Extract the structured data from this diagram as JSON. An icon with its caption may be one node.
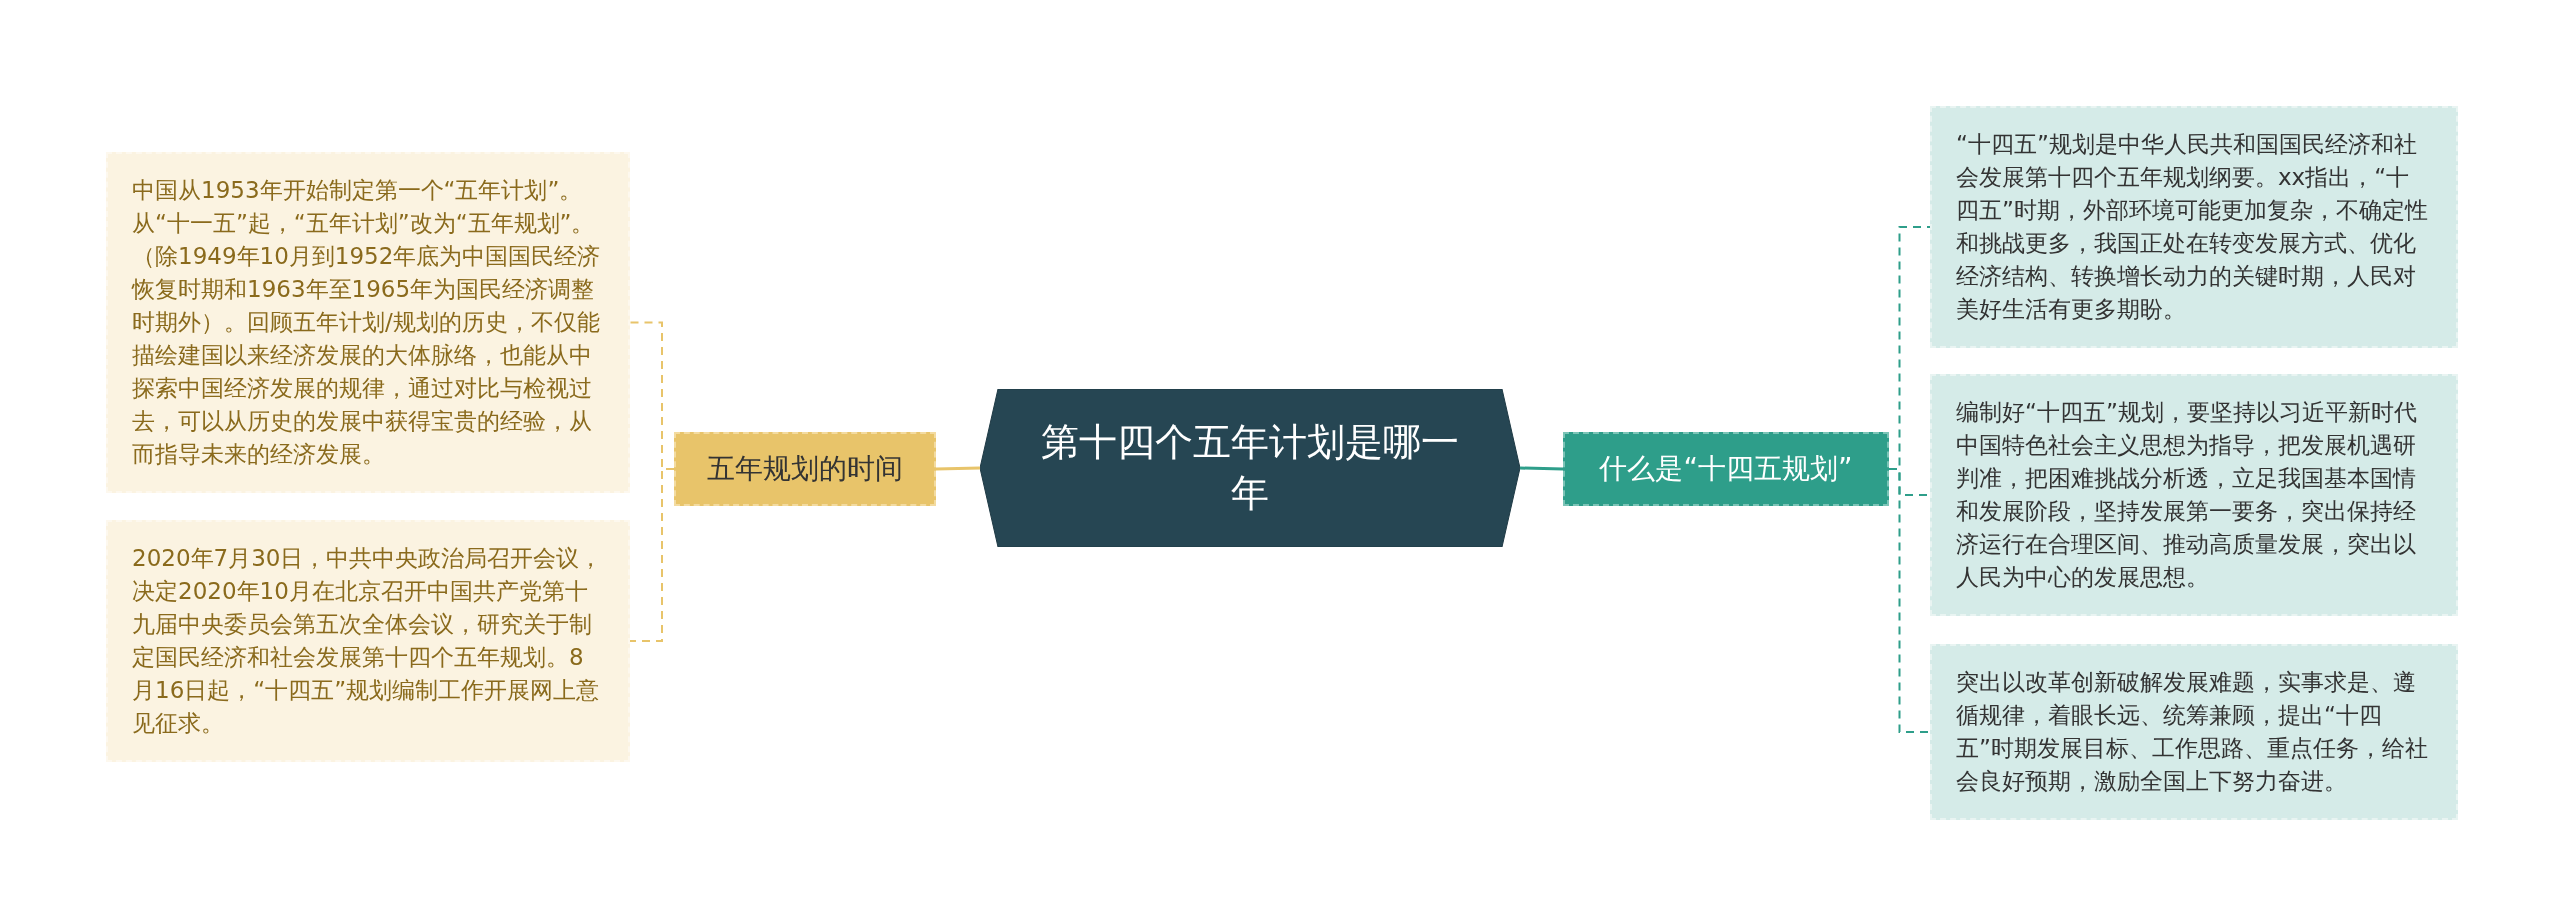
{
  "diagram": {
    "nodes": [
      {
        "text": [
          "第十四个五年计划是哪一年"
        ]
      },
      {
        "text": [
          "五年规划的时间"
        ]
      },
      {
        "text": [
          "中国从1953年开始制定第一个“五年计划”。从“十一五”起，“五年计划”改为“五年规划”。（除1949年10月到1952年底为中国国民经济恢复时期和1963年至1965年为国民经济调整时期外）。回顾五年计划/规划的历史，不仅能描绘建国以来经济发展的大体脉络，也能从中探索中国经济发展的规律，通过对比与检视过去，可以从历史的发展中获得宝贵的经验，从而指导未来的经济发展。"
        ]
      },
      {
        "text": [
          "2020年7月30日，中共中央政治局召开会议，决定2020年10月在北京召开中国共产党第十九届中央委员会第五次全体会议，研究关于制定国民经济和社会发展第十四个五年规划。8月16日起，“十四五”规划编制工作开展网上意见征求。"
        ]
      },
      {
        "text": [
          "什么是“十四五规划”"
        ]
      },
      {
        "text": [
          "“十四五”规划是中华人民共和国国民经济和社会发展第十四个五年规划纲要。xx指出，“十四五”时期，外部环境可能更加复杂，不确定性和挑战更多，我国正处在转变发展方式、优化经济结构、转换增长动力的关键时期，人民对美好生活有更多期盼。"
        ]
      },
      {
        "text": [
          "编制好“十四五”规划，要坚持以习近平新时代中国特色社会主义思想为指导，把发展机遇研判准，把困难挑战分析透，立足我国基本国情和发展阶段，坚持发展第一要务，突出保持经济运行在合理区间、推动高质量发展，突出以人民为中心的发展思想。"
        ]
      },
      {
        "text": [
          "突出以改革创新破解发展难题，实事求是、遵循规律，着眼长远、统筹兼顾，提出“十四五”时期发展目标、工作思路、重点任务，给社会良好预期，激励全国上下努力奋进。"
        ]
      }
    ],
    "edges": [
      {
        "from": 0,
        "to": 1,
        "arrow": "none",
        "color": "#e8c46a"
      },
      {
        "from": 1,
        "to": 2,
        "arrow": "none",
        "style": "dashed",
        "color": "#e8c46a"
      },
      {
        "from": 1,
        "to": 3,
        "arrow": "none",
        "style": "dashed",
        "color": "#e8c46a"
      },
      {
        "from": 0,
        "to": 4,
        "arrow": "none"
      },
      {
        "from": 4,
        "to": 5,
        "arrow": "none",
        "style": "dashed"
      },
      {
        "from": 4,
        "to": 6,
        "arrow": "none",
        "style": "dashed"
      },
      {
        "from": 4,
        "to": 7,
        "arrow": "none",
        "style": "dashed"
      }
    ]
  }
}
